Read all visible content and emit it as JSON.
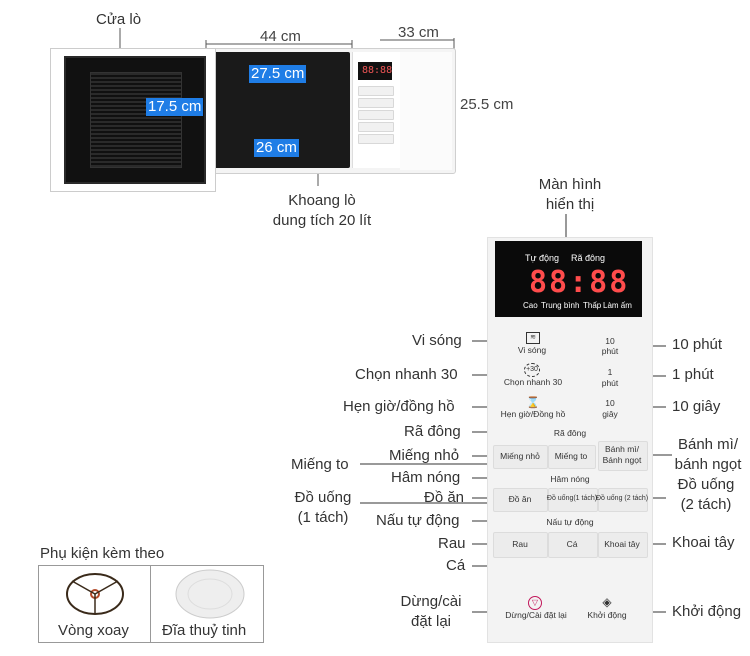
{
  "dimensions": {
    "width": "44 cm",
    "depth": "33 cm",
    "height": "25.5 cm",
    "cavity_width": "27.5 cm",
    "cavity_height": "17.5 cm",
    "cavity_depth": "26 cm"
  },
  "callouts": {
    "door": "Cửa lò",
    "cavity_line1": "Khoang lò",
    "cavity_line2": "dung tích 20 lít",
    "display_line1": "Màn hình",
    "display_line2": "hiển thị"
  },
  "left_labels": {
    "vi_song": "Vi sóng",
    "chon_nhanh": "Chọn nhanh 30",
    "hen_gio": "Hẹn giờ/đồng hồ",
    "ra_dong": "Rã đông",
    "mieng_to": "Miếng to",
    "mieng_nho": "Miếng nhỏ",
    "ham_nong": "Hâm nóng",
    "do_uong_1a": "Đồ uống",
    "do_uong_1b": "(1 tách)",
    "do_an": "Đồ ăn",
    "nau_tu_dong": "Nấu tự động",
    "rau": "Rau",
    "ca": "Cá",
    "dung_a": "Dừng/cài",
    "dung_b": "đặt lại"
  },
  "right_labels": {
    "muoi_phut": "10 phút",
    "mot_phut": "1 phút",
    "muoi_giay": "10 giây",
    "banh_mi_a": "Bánh mì/",
    "banh_mi_b": "bánh ngọt",
    "do_uong_2a": "Đồ uống",
    "do_uong_2b": "(2 tách)",
    "khoai_tay": "Khoai tây",
    "khoi_dong": "Khởi động"
  },
  "display": {
    "top_left": "Tự động",
    "top_right": "Rã đông",
    "digits": "88:88",
    "bottom": [
      "Cao",
      "Trung bình",
      "Thấp",
      "Làm ấm"
    ]
  },
  "panel_buttons": {
    "vi_song": "Vi sóng",
    "chon_nhanh": "Chọn nhanh 30",
    "hen_gio": "Hẹn giờ/Đồng hồ",
    "ra_dong": "Rã đông",
    "mieng_nho": "Miếng nhỏ",
    "mieng_to": "Miếng to",
    "banh_mi_a": "Bánh mì/",
    "banh_mi_b": "Bánh ngọt",
    "ham_nong": "Hâm nóng",
    "do_an": "Đồ ăn",
    "do_uong_1": "Đồ uống(1 tách)",
    "do_uong_2": "Đồ uống (2 tách)",
    "nau_tu_dong": "Nấu tự động",
    "rau": "Rau",
    "ca": "Cá",
    "khoai_tay": "Khoai tây",
    "dung": "Dừng/Cài đặt lại",
    "khoi_dong": "Khởi động",
    "t10": "10",
    "t10_unit": "phút",
    "t1": "1",
    "t1_unit": "phút",
    "s10": "10",
    "s10_unit": "giây"
  },
  "accessories": {
    "title": "Phụ kiện kèm theo",
    "item1": "Vòng xoay",
    "item2": "Đĩa thuỷ tinh"
  },
  "colors": {
    "accent_blue": "#1f7de6",
    "display_red": "#ff4c4c"
  }
}
